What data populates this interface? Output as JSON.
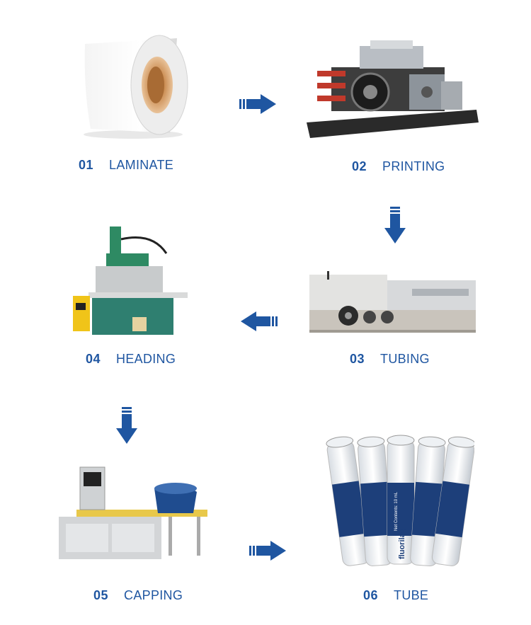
{
  "colors": {
    "accent": "#1f56a1",
    "label_text": "#1f56a1",
    "background": "#ffffff"
  },
  "steps": [
    {
      "number": "01",
      "name": "LAMINATE",
      "image": "laminate-roll"
    },
    {
      "number": "02",
      "name": "PRINTING",
      "image": "printing-machine"
    },
    {
      "number": "03",
      "name": "TUBING",
      "image": "tubing-machine"
    },
    {
      "number": "04",
      "name": "HEADING",
      "image": "heading-machine"
    },
    {
      "number": "05",
      "name": "CAPPING",
      "image": "capping-machine"
    },
    {
      "number": "06",
      "name": "TUBE",
      "image": "finished-tubes"
    }
  ],
  "arrows": [
    {
      "from": "01",
      "to": "02",
      "direction": "right"
    },
    {
      "from": "02",
      "to": "03",
      "direction": "down"
    },
    {
      "from": "03",
      "to": "04",
      "direction": "left"
    },
    {
      "from": "04",
      "to": "05",
      "direction": "down"
    },
    {
      "from": "05",
      "to": "06",
      "direction": "right"
    }
  ],
  "tube_print": {
    "brand": "fluorilaq",
    "contents": "Net Contents: 10 mL"
  }
}
